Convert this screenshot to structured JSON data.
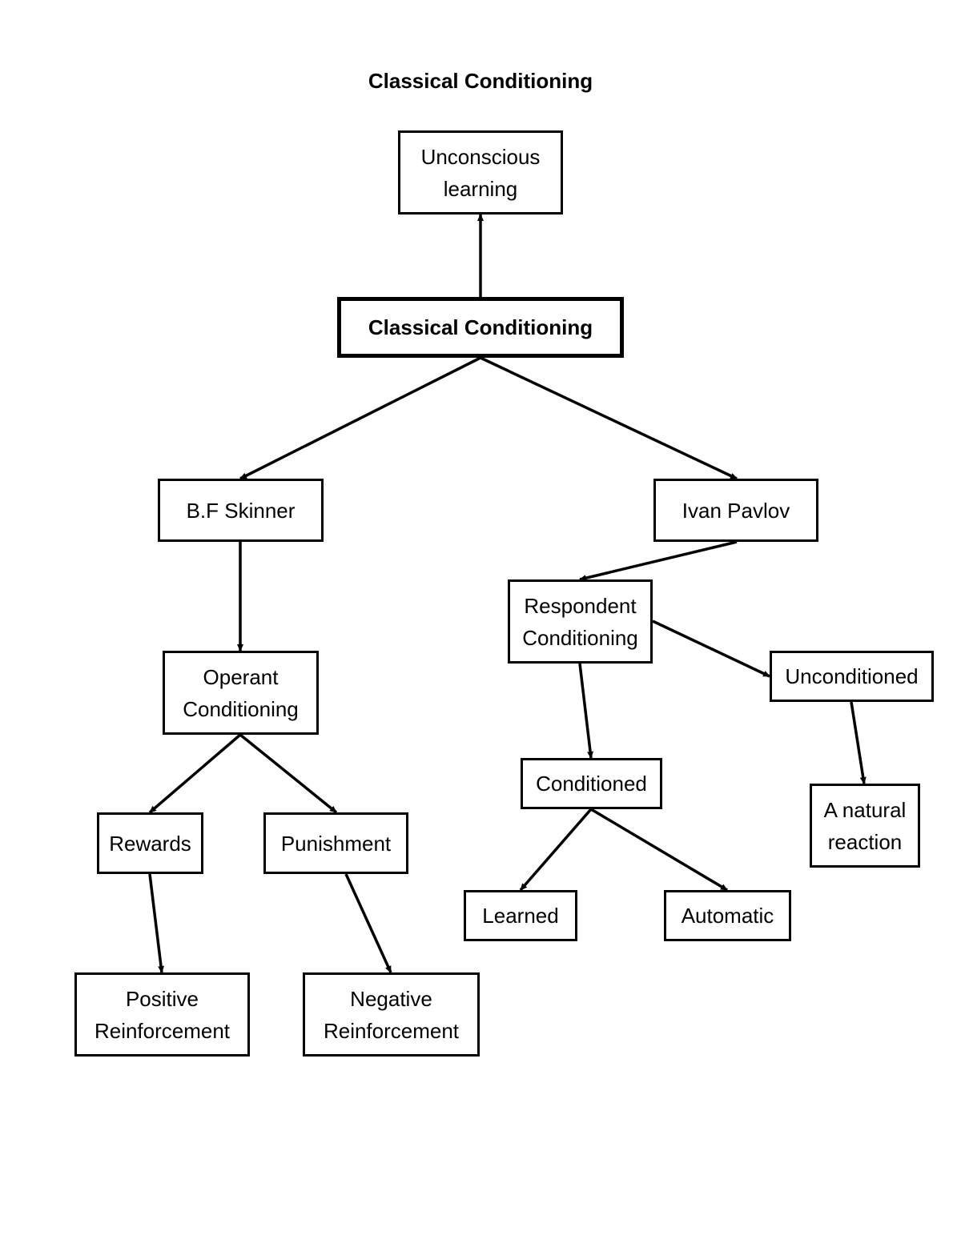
{
  "title": "Classical Conditioning",
  "nodes": {
    "unconscious_learning": "Unconscious\nlearning",
    "classical_conditioning": "Classical Conditioning",
    "bf_skinner": "B.F Skinner",
    "ivan_pavlov": "Ivan Pavlov",
    "operant_conditioning": "Operant\nConditioning",
    "respondent_conditioning": "Respondent\nConditioning",
    "unconditioned": "Unconditioned",
    "conditioned": "Conditioned",
    "a_natural_reaction": "A natural\nreaction",
    "rewards": "Rewards",
    "punishment": "Punishment",
    "learned": "Learned",
    "automatic": "Automatic",
    "positive_reinforcement": "Positive\nReinforcement",
    "negative_reinforcement": "Negative\nReinforcement"
  },
  "edges": [
    {
      "from": "classical_conditioning",
      "to": "unconscious_learning"
    },
    {
      "from": "classical_conditioning",
      "to": "bf_skinner"
    },
    {
      "from": "classical_conditioning",
      "to": "ivan_pavlov"
    },
    {
      "from": "bf_skinner",
      "to": "operant_conditioning"
    },
    {
      "from": "ivan_pavlov",
      "to": "respondent_conditioning"
    },
    {
      "from": "respondent_conditioning",
      "to": "unconditioned"
    },
    {
      "from": "respondent_conditioning",
      "to": "conditioned"
    },
    {
      "from": "unconditioned",
      "to": "a_natural_reaction"
    },
    {
      "from": "operant_conditioning",
      "to": "rewards"
    },
    {
      "from": "operant_conditioning",
      "to": "punishment"
    },
    {
      "from": "conditioned",
      "to": "learned"
    },
    {
      "from": "conditioned",
      "to": "automatic"
    },
    {
      "from": "rewards",
      "to": "positive_reinforcement"
    },
    {
      "from": "punishment",
      "to": "negative_reinforcement"
    }
  ]
}
